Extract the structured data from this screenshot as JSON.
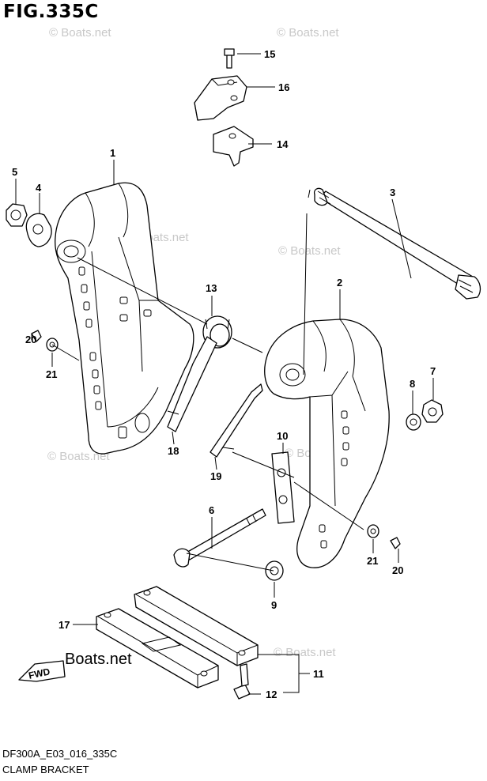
{
  "header": {
    "figure": "FIG.335C"
  },
  "footer": {
    "code": "DF300A_E03_016_335C",
    "caption": "CLAMP BRACKET"
  },
  "watermark": {
    "text": "© Boats.net",
    "brand": "Boats.net"
  },
  "direction_badge": {
    "label": "FWD"
  },
  "callouts": [
    "1",
    "2",
    "3",
    "4",
    "5",
    "6",
    "7",
    "8",
    "9",
    "10",
    "11",
    "12",
    "13",
    "14",
    "15",
    "16",
    "17",
    "18",
    "19",
    "20",
    "21",
    "20",
    "21"
  ],
  "colors": {
    "ink": "#000000",
    "watermark": "#c8c8c8",
    "background": "#ffffff"
  }
}
